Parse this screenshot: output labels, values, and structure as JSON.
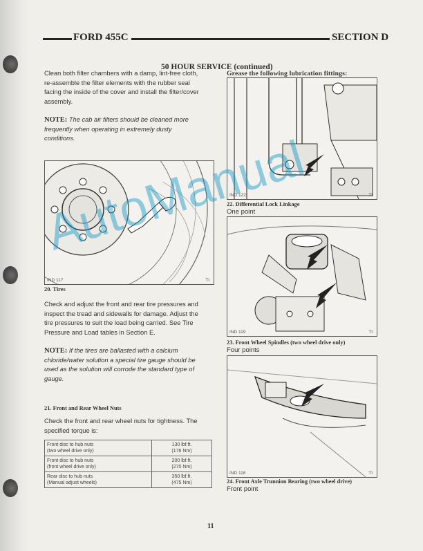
{
  "header": {
    "model": "FORD 455C",
    "section": "SECTION D"
  },
  "section_title": "50 HOUR SERVICE (continued)",
  "left": {
    "para1": [
      "Clean both filter chambers with a damp, lint-free cloth,",
      "re-assemble the filter elements with the rubber seal",
      "facing the inside of the cover and install the filter/cover",
      "assembly."
    ],
    "note1_label": "NOTE:",
    "note1": [
      "The cab air filters should be cleaned more",
      "frequently when operating in extremely dusty",
      "conditions."
    ],
    "fig1": {
      "code": "IND 117",
      "ti": "TI"
    },
    "item20_caption": "20.  Tires",
    "item20_text": [
      "Check and adjust the front and rear tire pressures and",
      "inspect the tread and sidewalls for damage. Adjust the",
      "tire pressures to suit the load being carried. See Tire",
      "Pressure and Load tables in Section E."
    ],
    "note2_label": "NOTE:",
    "note2": [
      "If the tires are ballasted with a calcium",
      "chloride/water solution a special tire gauge should be",
      "used as the solution will corrode the standard type of",
      "gauge."
    ],
    "item21_caption": "21.  Front and Rear Wheel Nuts",
    "item21_text": [
      "Check the front and rear wheel nuts for tightness. The",
      "specified torque is:"
    ],
    "torque_rows": [
      {
        "desc": [
          "Front disc to hub nuts",
          "(two wheel drive only)"
        ],
        "val": [
          "130 lbf.ft.",
          "(176 Nm)"
        ]
      },
      {
        "desc": [
          "Front disc to hub nuts",
          "(front wheel drive only)"
        ],
        "val": [
          "200 lbf.ft.",
          "(270 Nm)"
        ]
      },
      {
        "desc": [
          "Rear disc to hub nuts",
          "(Manual adjust wheels)"
        ],
        "val": [
          "350 lbf.ft.",
          "(475 Nm)"
        ]
      }
    ]
  },
  "right": {
    "grease_heading": "Grease the following lubrication fittings:",
    "fig2": {
      "code": "IND 122",
      "ti": "TI"
    },
    "item22_caption": "22.  Differential Lock Linkage",
    "item22_sub": "One point",
    "fig3": {
      "code": "IND 119",
      "ti": "TI"
    },
    "item23_caption": "23.  Front Wheel Spindles (two wheel drive only)",
    "item23_sub": "Four points",
    "fig4": {
      "code": "IND 118",
      "ti": "TI"
    },
    "item24_caption": "24.  Front Axle Trunnion Bearing (two wheel drive)",
    "item24_sub": "Front point"
  },
  "watermark": "AutoManual",
  "page_number": "11"
}
